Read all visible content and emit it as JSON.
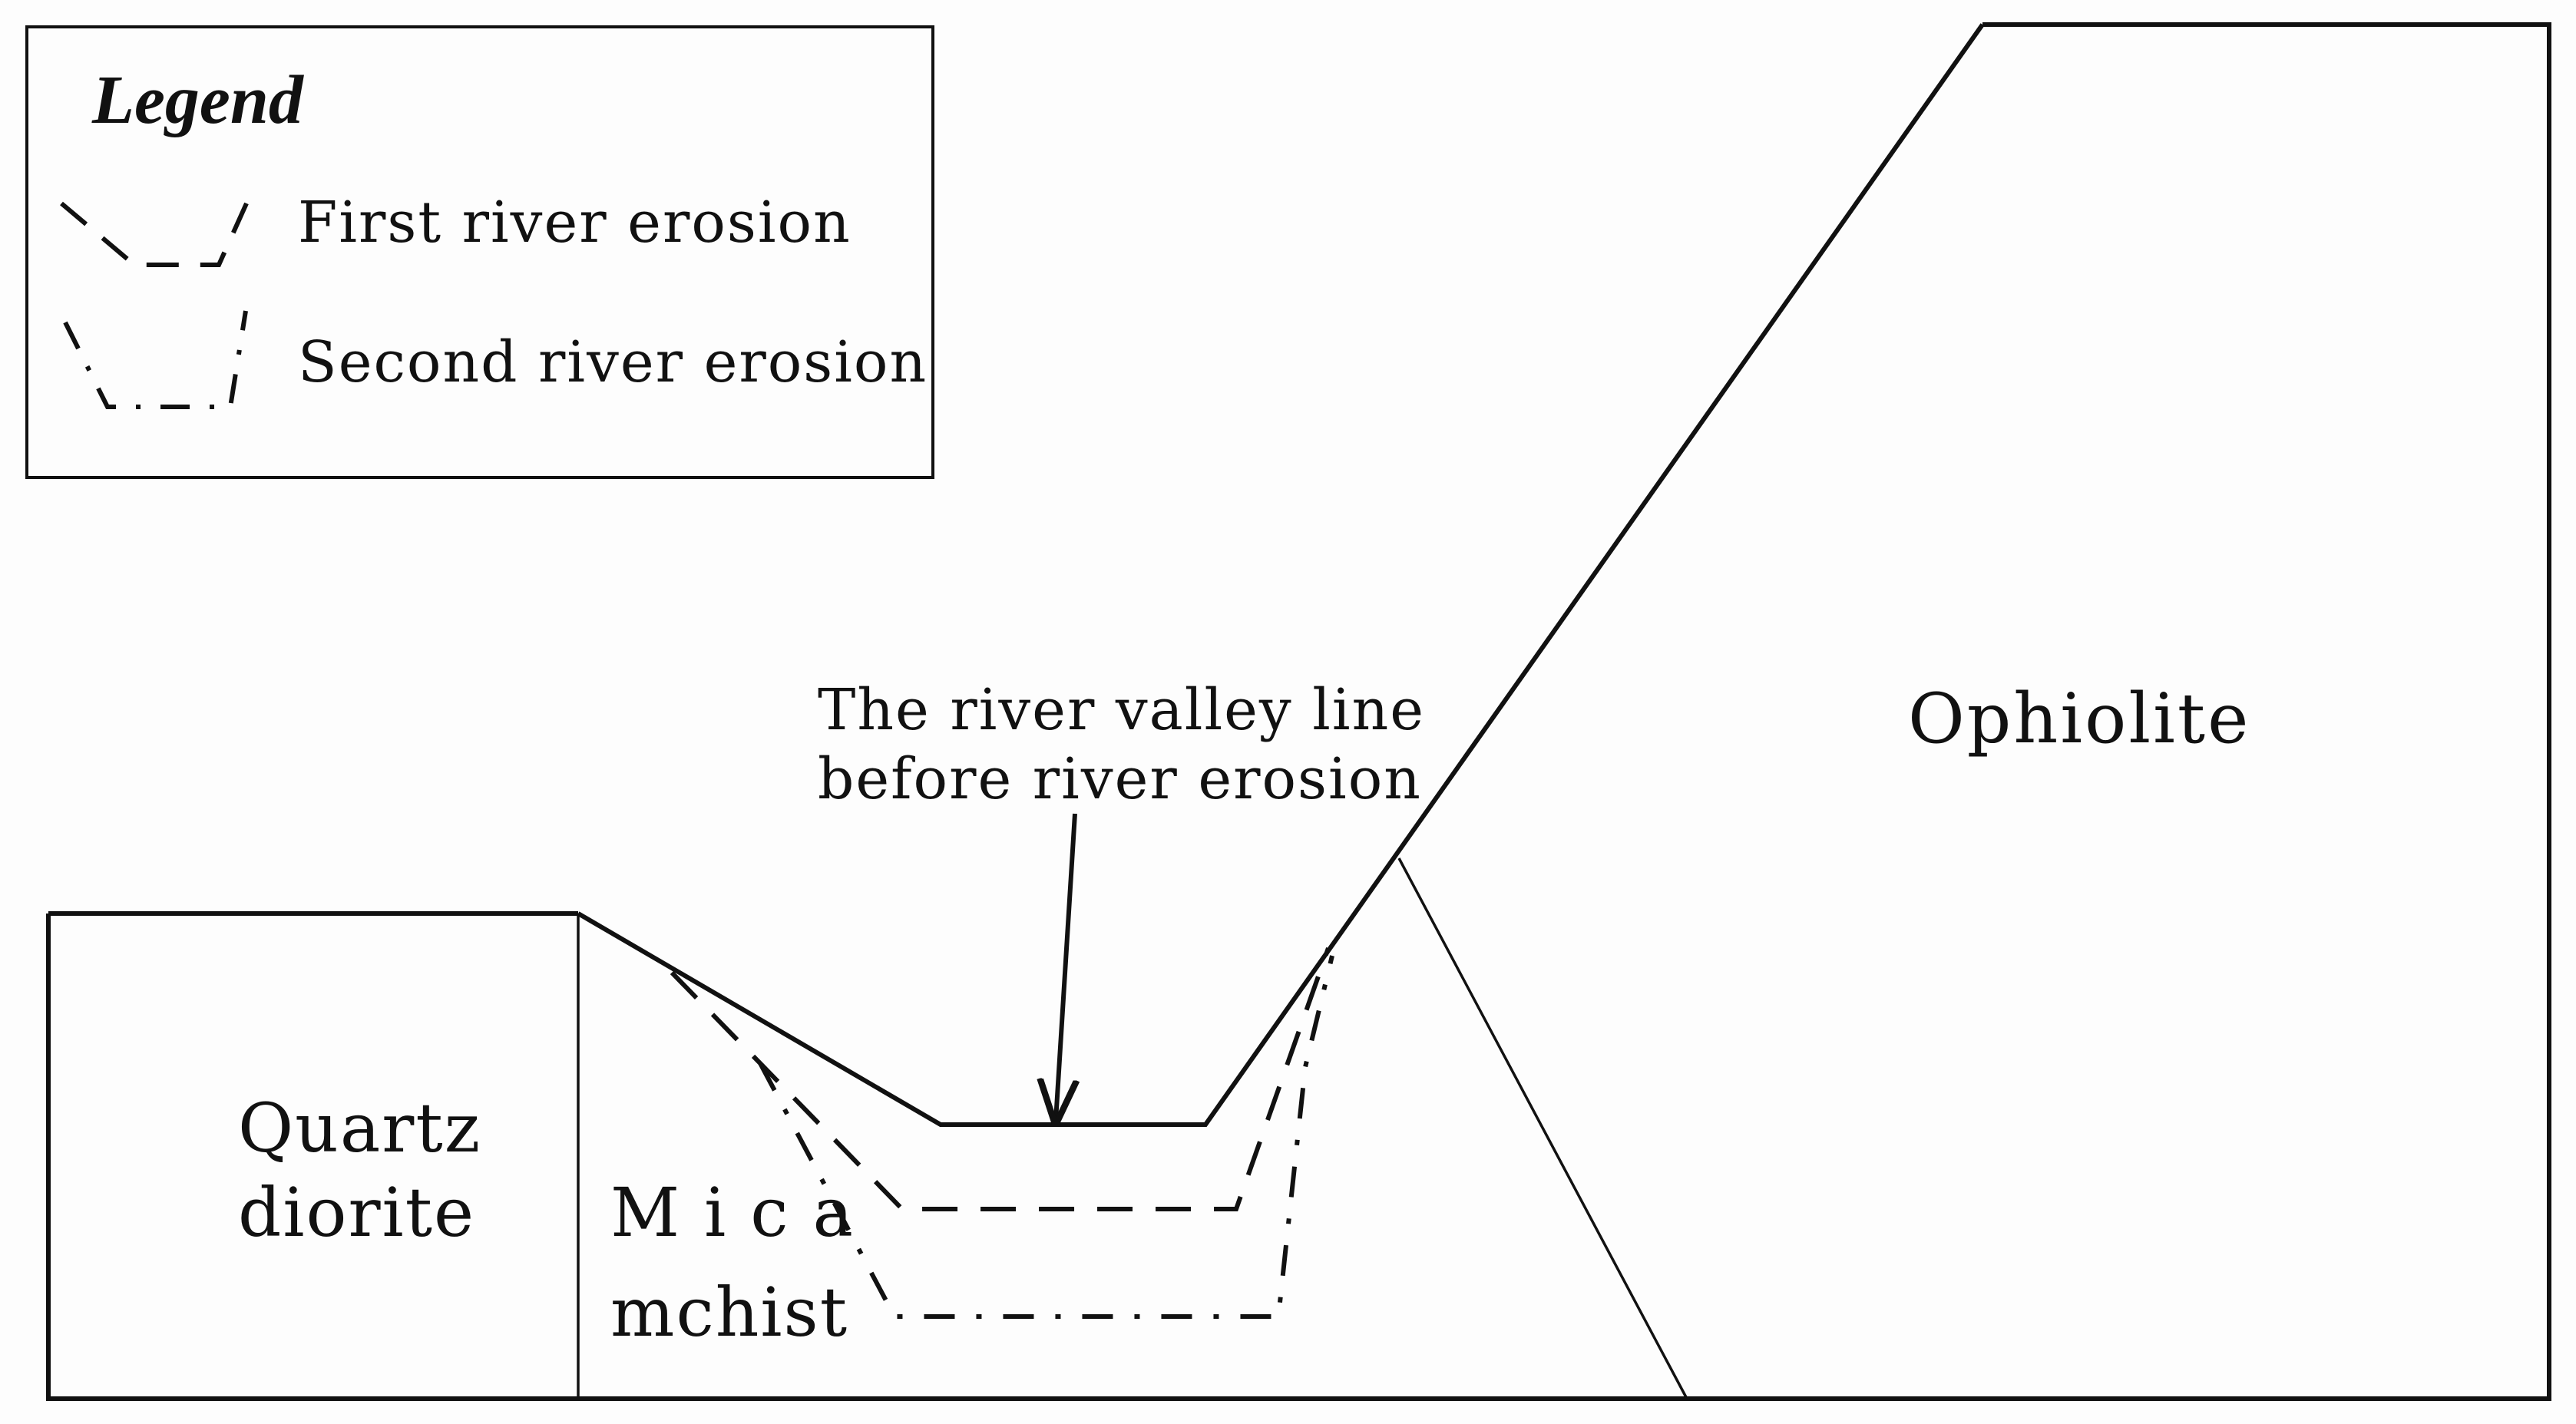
{
  "legend": {
    "title": "Legend",
    "items": [
      {
        "label": "First river erosion",
        "line_style": "dashed"
      },
      {
        "label": "Second river erosion",
        "line_style": "dash-dot"
      }
    ]
  },
  "units": {
    "quartz_diorite": {
      "line1": "Quartz",
      "line2": "diorite"
    },
    "mica_schist": {
      "line1": "M i c a",
      "line2": "mchist"
    },
    "ophiolite": {
      "label": "Ophiolite"
    }
  },
  "annotation": {
    "line1": "The river valley line",
    "line2": "before river erosion"
  },
  "colors": {
    "background": "#fdfdfd",
    "ink": "#111111"
  }
}
